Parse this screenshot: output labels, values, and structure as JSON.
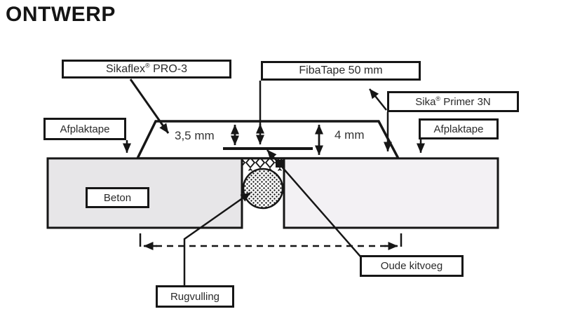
{
  "title": "ONTWERP",
  "colors": {
    "line": "#1a1a1a",
    "left_slab_fill": "#e7e6e8",
    "right_slab_fill": "#f3f1f4",
    "label_bg": "#ffffff"
  },
  "labels": {
    "sikaflex": {
      "pre": "Sikaflex",
      "sup": "®",
      "post": " PRO-3"
    },
    "fibatape": "FibaTape 50 mm",
    "primer": {
      "pre": "Sika",
      "sup": "®",
      "post": " Primer 3N"
    },
    "afplaktape_left": "Afplaktape",
    "afplaktape_right": "Afplaktape",
    "beton": "Beton",
    "oude_kitvoeg": "Oude kitvoeg",
    "rugvulling": "Rugvulling"
  },
  "measurements": {
    "sealant_depth_left": "3,5 mm",
    "sealant_depth_right": "4 mm"
  }
}
